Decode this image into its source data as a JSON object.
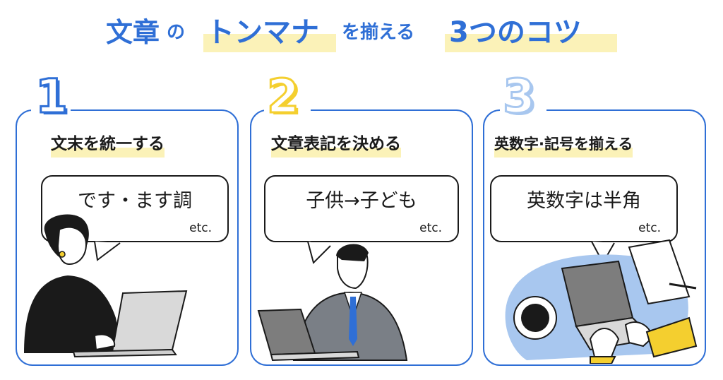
{
  "title": {
    "part1": "文章",
    "part2": "の",
    "part3": "トンマナ",
    "part4": "を揃える",
    "part5": "3つのコツ"
  },
  "cards": [
    {
      "number": "1",
      "heading": "文末を統一する",
      "bubble_text": "です・ます調",
      "bubble_etc": "etc."
    },
    {
      "number": "2",
      "heading": "文章表記を決める",
      "bubble_text": "子供→子ども",
      "bubble_etc": "etc."
    },
    {
      "number": "3",
      "heading": "英数字·記号を揃える",
      "bubble_text": "英数字は半角",
      "bubble_etc": "etc."
    }
  ],
  "colors": {
    "accent": "#2f6fd6",
    "highlight": "#fbf2b8",
    "yellow": "#f4cf2f",
    "light_blue": "#a8c7ef"
  },
  "icons": [
    "woman-with-laptop",
    "businessman-with-laptop",
    "hands-typing-laptop"
  ]
}
